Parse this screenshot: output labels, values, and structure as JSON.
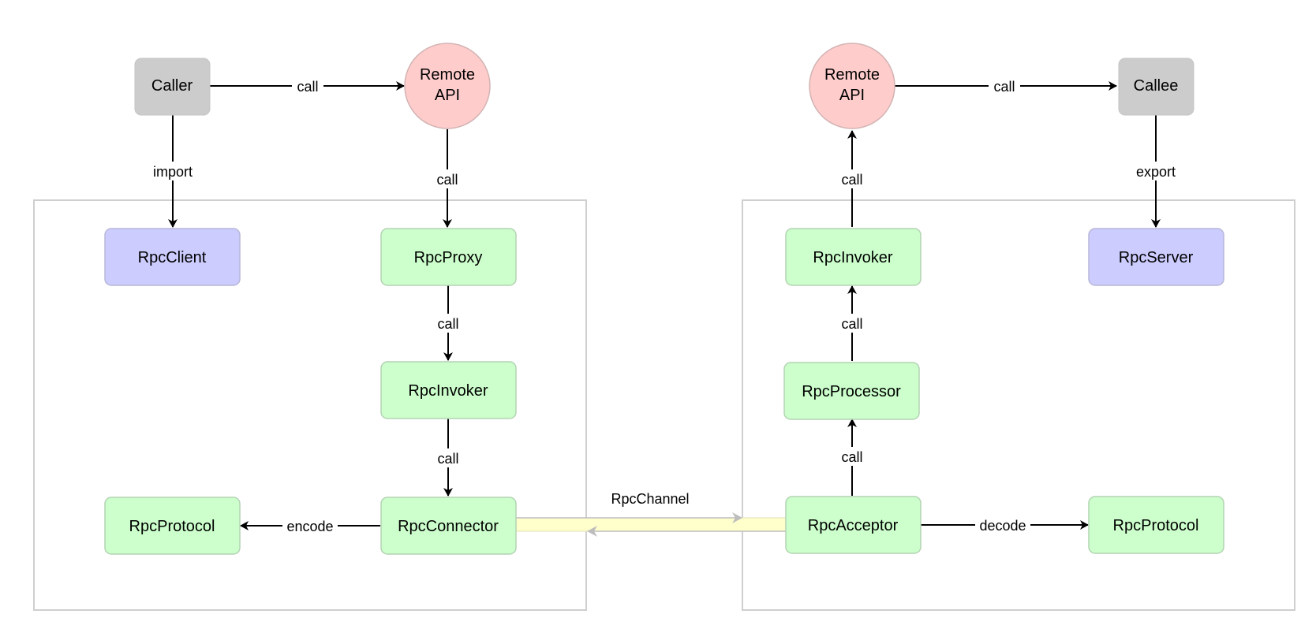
{
  "colors": {
    "gray_fill": "#cccccc",
    "red_fill": "#ffcccc",
    "blue_fill": "#ccccff",
    "green_fill": "#ccffcc",
    "node_stroke": "#bfbfbf",
    "container_stroke": "#cfcfcf",
    "channel_fill": "#ffffcc",
    "channel_arrow": "#bdbdbd",
    "edge": "#000000"
  },
  "nodes": {
    "caller": "Caller",
    "remote_api_left_line1": "Remote",
    "remote_api_left_line2": "API",
    "remote_api_right_line1": "Remote",
    "remote_api_right_line2": "API",
    "callee": "Callee",
    "rpc_client": "RpcClient",
    "rpc_proxy": "RpcProxy",
    "rpc_invoker_left": "RpcInvoker",
    "rpc_connector": "RpcConnector",
    "rpc_protocol_left": "RpcProtocol",
    "rpc_invoker_right": "RpcInvoker",
    "rpc_server": "RpcServer",
    "rpc_processor": "RpcProcessor",
    "rpc_acceptor": "RpcAcceptor",
    "rpc_protocol_right": "RpcProtocol"
  },
  "edges": {
    "caller_to_api": "call",
    "caller_import": "import",
    "api_to_proxy": "call",
    "proxy_to_invoker": "call",
    "invoker_to_connector": "call",
    "connector_encode": "encode",
    "channel": "RpcChannel",
    "api_to_callee": "call",
    "callee_export": "export",
    "invoker_to_api": "call",
    "processor_to_invoker": "call",
    "acceptor_to_processor": "call",
    "acceptor_decode": "decode"
  }
}
